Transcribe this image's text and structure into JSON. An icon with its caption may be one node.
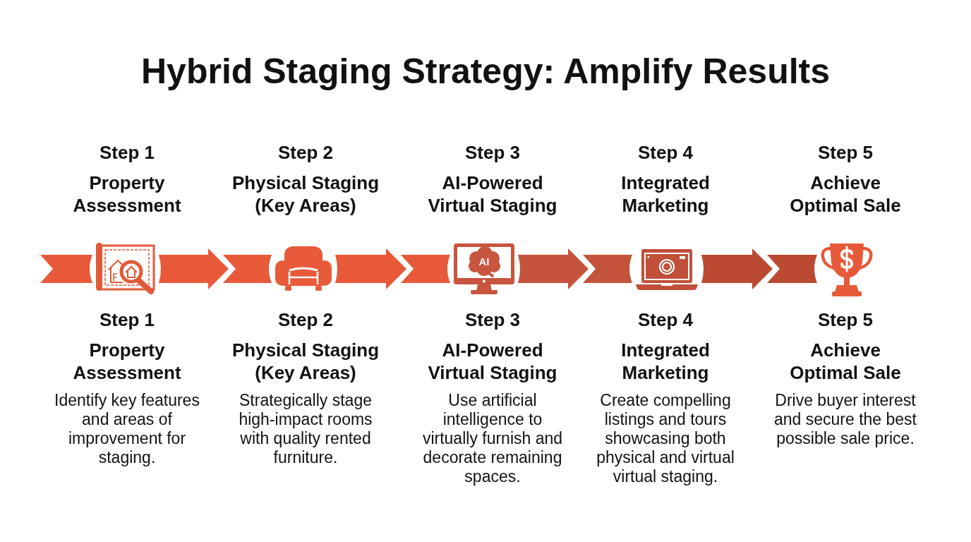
{
  "diagram": {
    "title": "Hybrid Staging Strategy: Amplify Results",
    "nodes": [
      {
        "text": [],
        "shape": "picture",
        "beside": [
          "Step 1",
          "Property Assessment",
          "Step 1",
          "Property Assessment",
          "Identify key features and areas of improvement for staging."
        ]
      },
      {
        "text": [],
        "shape": "picture",
        "beside": [
          "Step 2",
          "Physical Staging (Key Areas)",
          "Step 2",
          "Physical Staging (Key Areas)",
          "Strategically stage high-impact rooms with quality rented furniture."
        ]
      },
      {
        "text": [
          "AI"
        ],
        "beside": [
          "Step 3",
          "AI-Powered Virtual Staging",
          "Step 3",
          "AI-Powered Virtual Staging",
          "Use artificial intelligence to virtually furnish and decorate remaining spaces."
        ]
      },
      {
        "text": [],
        "shape": "picture",
        "beside": [
          "Step 4",
          "Integrated Marketing",
          "Step 4",
          "Integrated Marketing",
          "Create compelling listings and tours showcasing both physical and virtual virtual staging."
        ]
      },
      {
        "text": [],
        "shape": "picture",
        "beside": [
          "Step 5",
          "Achieve Optimal Sale",
          "Step 5",
          "Achieve Optimal Sale",
          "Drive buyer interest and secure the best possible sale price."
        ]
      }
    ],
    "edges": [
      {
        "from": null,
        "to": 0,
        "arrow": "none"
      },
      {
        "from": 0,
        "to": 1,
        "arrow": "to"
      },
      {
        "from": 1,
        "to": 2,
        "arrow": "to"
      },
      {
        "from": 2,
        "to": 3,
        "arrow": "to",
        "color": "#c4533b"
      },
      {
        "from": 3,
        "to": 4,
        "arrow": "to",
        "color": "#bb4a33"
      }
    ]
  }
}
